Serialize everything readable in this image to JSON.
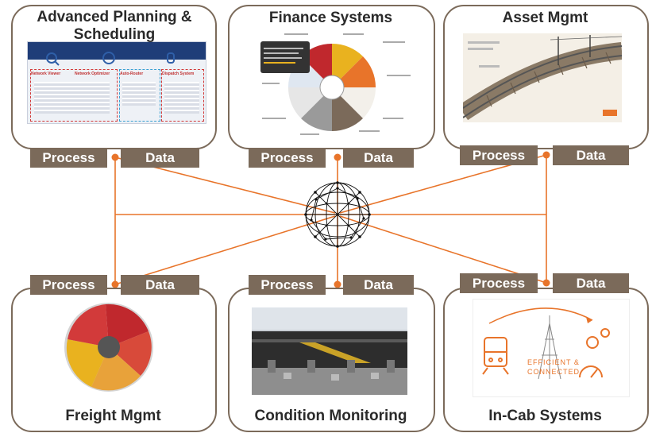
{
  "hub_icon": "globe-network-icon",
  "tags": {
    "process": "Process",
    "data": "Data"
  },
  "systems": {
    "planning": "Advanced Planning & Scheduling",
    "finance": "Finance Systems",
    "asset": "Asset Mgmt",
    "freight": "Freight Mgmt",
    "condition": "Condition Monitoring",
    "incab": "In-Cab Systems"
  },
  "planning_panel": {
    "headers": [
      "Network Viewer",
      "Network Optimizer",
      "Auto-Router",
      "Dispatch System"
    ]
  },
  "incab_badge": {
    "line1": "EFFICIENT &",
    "line2": "CONNECTED"
  },
  "colors": {
    "frame": "#7b6a5a",
    "link": "#e8742a",
    "accent": "#e8742a"
  }
}
